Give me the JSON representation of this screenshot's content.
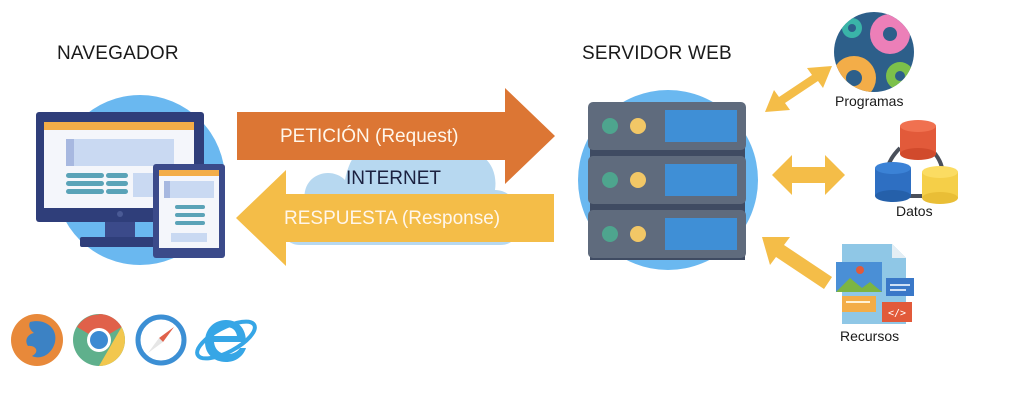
{
  "browser": {
    "title": "NAVEGADOR",
    "icons": [
      "firefox-icon",
      "chrome-icon",
      "safari-icon",
      "internet-explorer-icon"
    ]
  },
  "network": {
    "request_label": "PETICIÓN (Request)",
    "response_label": "RESPUESTA (Response)",
    "cloud_label": "INTERNET"
  },
  "server": {
    "title": "SERVIDOR WEB"
  },
  "resources": {
    "programs_label": "Programas",
    "data_label": "Datos",
    "assets_label": "Recursos"
  },
  "colors": {
    "request_arrow": "#dc7634",
    "response_arrow": "#f4bd48",
    "circle_bg": "#6ab8f0",
    "cloud": "#b7d8f0",
    "monitor_frame": "#2f3e7a",
    "server_body": "#5f6b7d",
    "server_panel": "#3f8fd6"
  }
}
